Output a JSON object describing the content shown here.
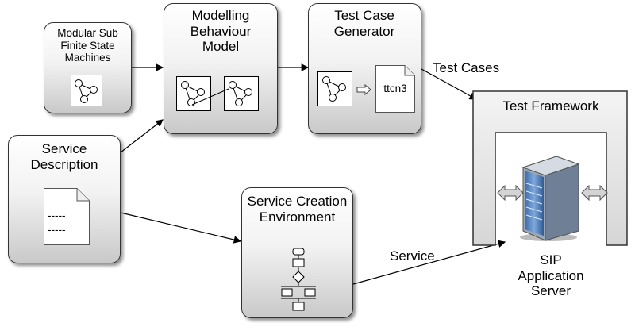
{
  "nodes": {
    "modular_fsm": "Modular Sub Finite State Machines",
    "modelling": "Modelling Behaviour Model",
    "test_case_gen": "Test Case Generator",
    "ttcn3": "ttcn3",
    "service_desc": "Service Description",
    "doc_lines": [
      "-----",
      "-----"
    ],
    "sce": "Service Creation Environment",
    "test_framework": "Test Framework",
    "sip_server": "SIP Application Server"
  },
  "edges": {
    "test_cases": "Test Cases",
    "service": "Service"
  },
  "colors": {
    "box_border": "#333333",
    "arrow_head": "#d4d4d4",
    "framework_fill": "#e6e6e6",
    "server_blue": "#5a86c4"
  },
  "icons": [
    "fsm-icon",
    "document-icon",
    "flowchart-icon",
    "server-icon",
    "double-arrow-icon"
  ]
}
